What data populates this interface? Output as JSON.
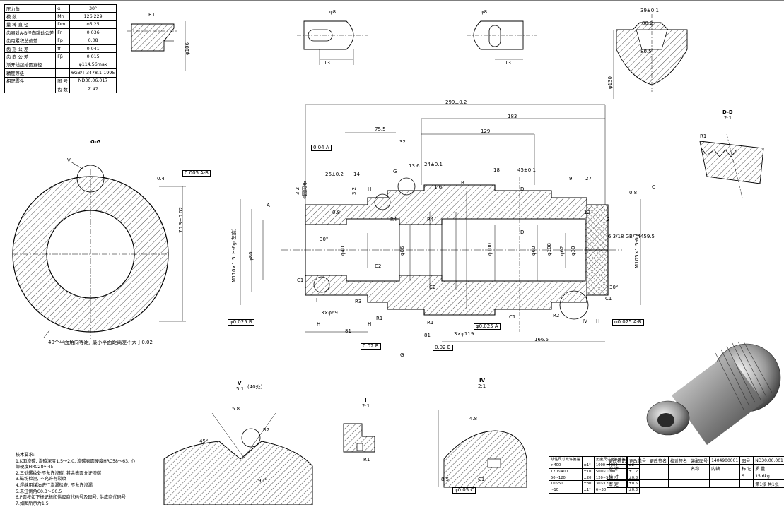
{
  "param_table": [
    [
      "压力角",
      "α",
      "30°"
    ],
    [
      "模 数",
      "Mn",
      "126.229"
    ],
    [
      "量 棒 直 径",
      "Dm",
      "φ5.25"
    ],
    [
      "齿圈对A-B径向跳动公差",
      "Fr",
      "0.036"
    ],
    [
      "齿距累积总偏差",
      "Fp",
      "0.08"
    ],
    [
      "齿 形 公 差",
      "ff",
      "0.041"
    ],
    [
      "齿 向 公 差",
      "Fβ",
      "0.015"
    ],
    [
      "渐开线起始圆直径",
      "",
      "φ114.56max"
    ],
    [
      "精度等级",
      "",
      "6GB/T 3478.1-1995"
    ],
    [
      "相配零件",
      "图 号",
      "ND30.06.017"
    ],
    [
      "",
      "齿 数",
      "Z 47"
    ]
  ],
  "labels": {
    "section_gg": "G-G",
    "flat_note": "40个平面角向等距, 最小平面距离差不大于0.02",
    "datum_a": "A",
    "datum_b": "B",
    "datum_c": "C",
    "datum_g": "G",
    "datum_h": "H",
    "datum_d": "D",
    "section_dd": "D-D",
    "dd_scale": "2:1",
    "view_v": "V",
    "view_v_scale": "5:1",
    "view_v_note": "(40处)",
    "view_i": "I",
    "view_i_scale": "2:1",
    "view_iv": "IV",
    "view_iv_scale": "2:1",
    "thread_left": "M110×1.5LH-6g(左旋)",
    "thread_right": "M105×1.5-6g",
    "bottom_note": "6.3/18 GB/T4459.5",
    "dim_299": "299±0.2",
    "dim_183": "183",
    "dim_129": "129",
    "dim_75": "75.5",
    "dim_32": "32",
    "dim_24": "24±0.1",
    "dim_26": "26±0.2",
    "dim_14": "14",
    "dim_13_6": "13.6",
    "dim_18": "18",
    "dim_45": "45±0.1",
    "dim_9": "9",
    "dim_27": "27",
    "dim_81a": "81",
    "dim_81b": "81",
    "dim_166": "166.5",
    "dim_3x69": "3×φ69",
    "dim_3x119": "3×φ119",
    "dim_3_2a": "3.2",
    "dim_3_2b": "3.2",
    "dim_13a": "13",
    "dim_13b": "13",
    "dim_phi8a": "φ8",
    "dim_phi8b": "φ8",
    "dim_phi130": "φ130",
    "dim_phi106": "φ106",
    "dim_39": "39±0.1",
    "dim_80_2": "80.2",
    "dim_80_5": "80.5",
    "dim_70_3": "70.3±0.02",
    "dim_phi80": "φ80",
    "dim_phi40": "φ40",
    "dim_phi86": "φ86",
    "dim_phi100": "φ100",
    "dim_phi60": "φ60",
    "dim_phi62": "φ62",
    "dim_phi30": "φ30",
    "dim_phi108": "φ108",
    "dim_12": "12",
    "dim_2": "2",
    "dim_5_8": "5.8",
    "dim_4_8": "4.8",
    "dim_8_5": "8.5",
    "r1": "R1",
    "r2": "R2",
    "r3": "R3",
    "r4": "R4",
    "c1": "C1",
    "c2": "C2",
    "ang30": "30°",
    "ang45": "45°",
    "ang90": "90°",
    "thread_dir": "4圆周布",
    "gdt1": "0.04 A",
    "gdt2": "0.005 A-B",
    "gdt3": "φ0.025 B",
    "gdt4": "φ0.025 A",
    "gdt5": "0.02 B",
    "gdt6": "0.02 B",
    "gdt7": "φ0.025 A-B",
    "gdt8": "φ0.05 C",
    "rough_08": "0.8",
    "rough_16": "1.6",
    "rough_04": "0.4"
  },
  "notes": [
    "技术要求:",
    "1.K面渗碳, 渗碳深度1.5～2.0, 渗碳表面硬度HRC58～63, 心",
    "部硬度HRC28～45",
    "2.三处螺纹处不允许渗碳, 其余表面允许渗碳",
    "3.磁粉检测, 不允许有裂纹",
    "4.焊缝用煤油进行渗漏检查, 不允许渗漏",
    "5.未注倒角C0.3～C0.5",
    "6.P面按如下标记标印供应商代码号及图号, 供应商代码号",
    "7.如图所示为1.5"
  ],
  "tol_table": [
    [
      "线性尺寸允许偏差",
      "",
      "角度尺寸允许偏差",
      ""
    ],
    [
      ">400",
      "±1°",
      "1000~4000",
      "±2"
    ],
    [
      "120~400",
      "±10'",
      "500~1000",
      "±1.2"
    ],
    [
      "50~120",
      "±20'",
      "120~500",
      "±0.8"
    ],
    [
      "10~50",
      "±30'",
      "30~120",
      "±0.5"
    ],
    [
      "~10",
      "±1°",
      "6~30",
      "±0.3"
    ]
  ],
  "title_block": {
    "col1": [
      "更改标记",
      "设 计",
      "校 对",
      "审 定"
    ],
    "change_no": "更改单号",
    "sign": "更改签名",
    "check_sign": "校对签名",
    "part_code_lbl": "装配图号",
    "part_code": "1404900001",
    "fig_lbl": "图号",
    "fig_no": "ND30.06.001",
    "name_lbl": "名称",
    "name": "内轴",
    "mark": "标 记",
    "mass": "质 量",
    "scale_lbl": "比",
    "mass_val": "15.6kg",
    "sheet": "第1张 共1张",
    "s_mark": "S"
  }
}
